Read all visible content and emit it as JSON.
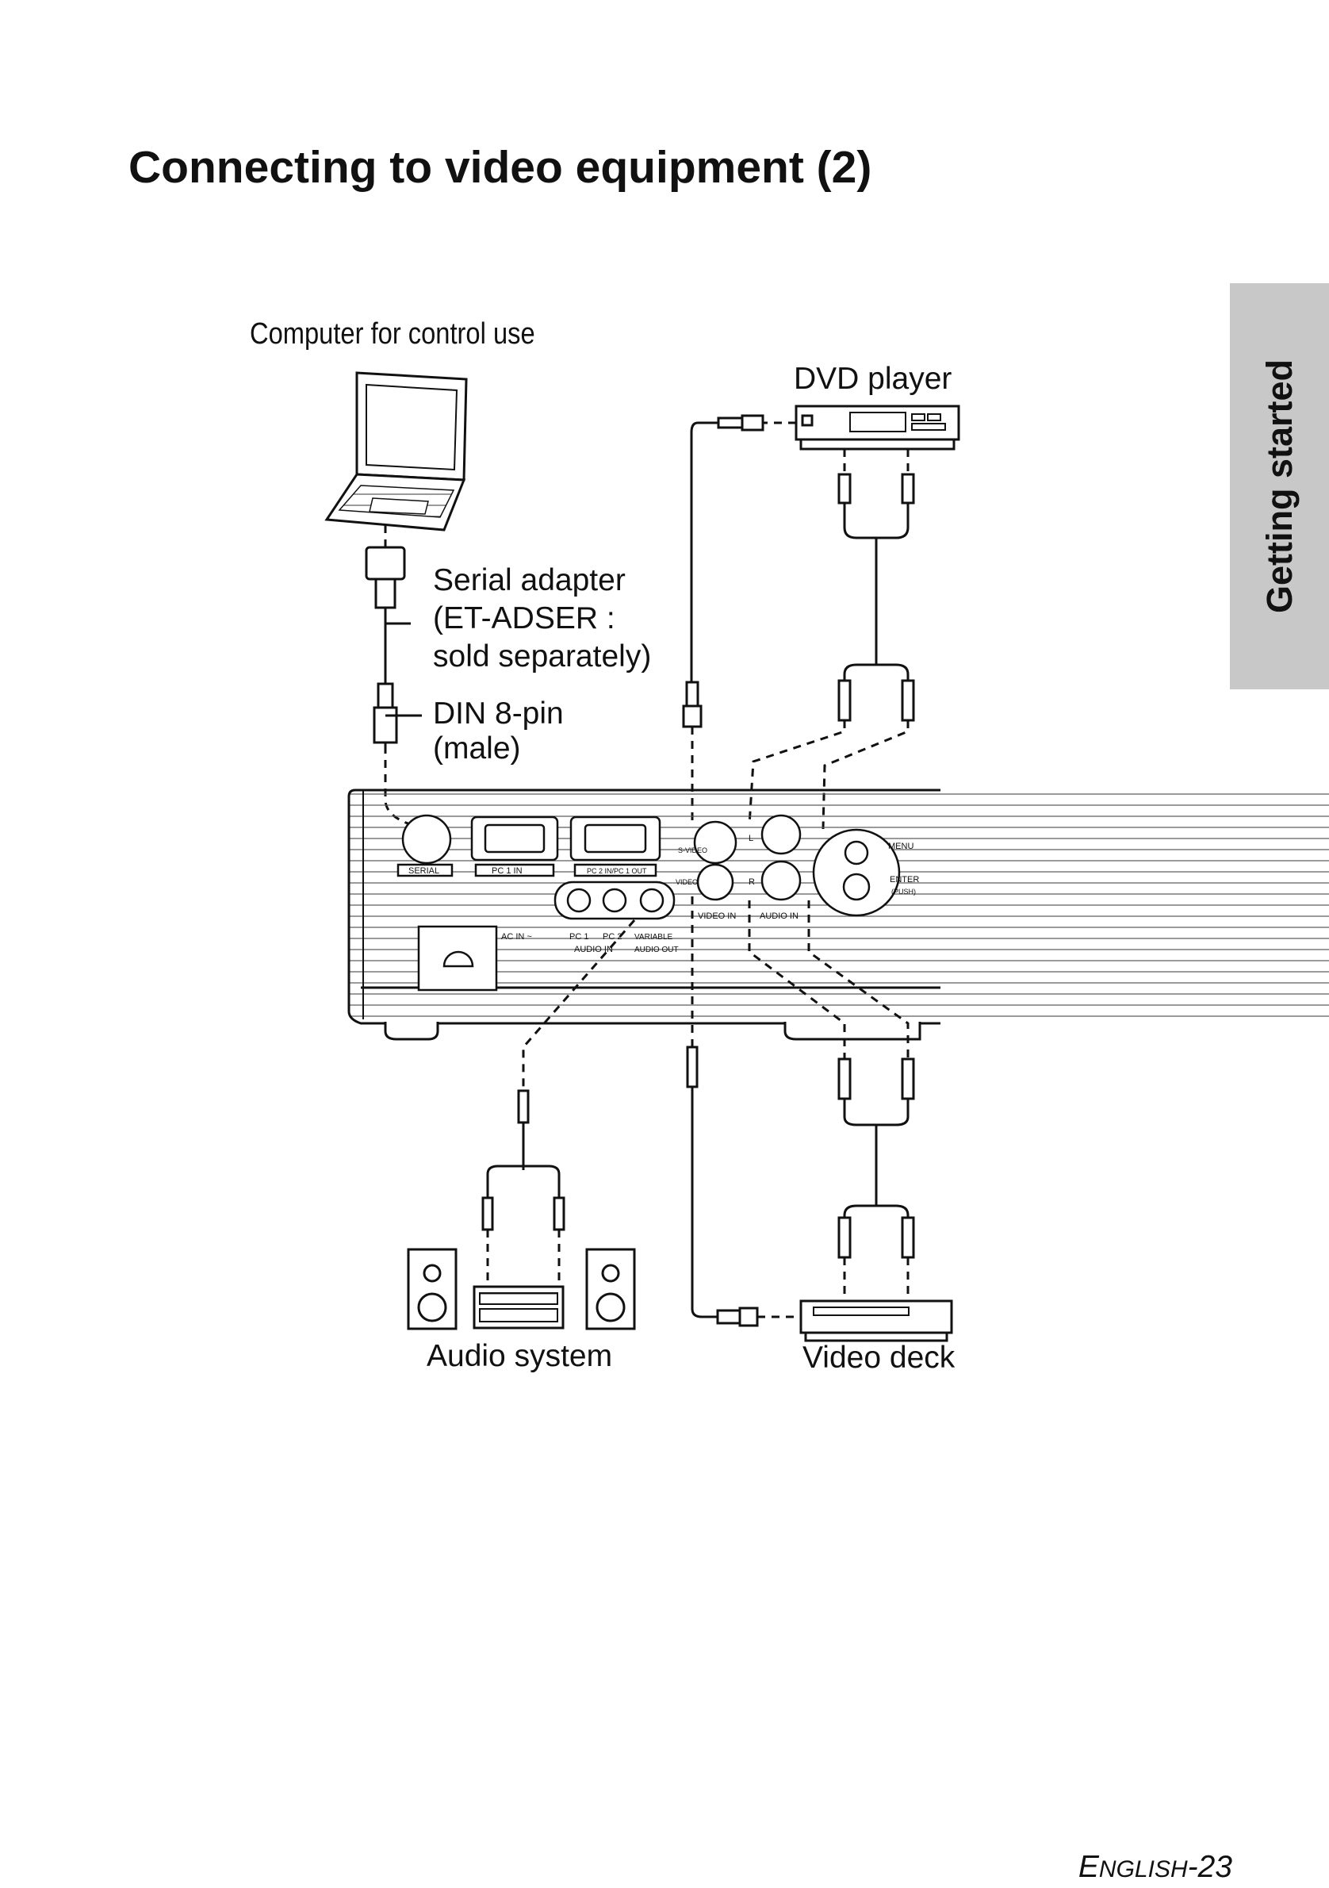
{
  "page": {
    "title": "Connecting to video equipment (2)",
    "side_tab": "Getting started",
    "footer_prefix": "E",
    "footer_smallcaps": "NGLISH",
    "footer_number": "-23"
  },
  "diagram": {
    "labels": {
      "computer": "Computer for control use",
      "serial_adapter_1": "Serial adapter",
      "serial_adapter_2": "(ET-ADSER :",
      "serial_adapter_3": "sold separately)",
      "din_1": "DIN 8-pin",
      "din_2": "(male)",
      "dvd_player": "DVD player",
      "audio_system": "Audio system",
      "video_deck": "Video deck"
    },
    "panel_labels": {
      "serial": "SERIAL",
      "pc1_in": "PC 1 IN",
      "pc2_in": "PC 2 IN/PC 1 OUT",
      "s_video": "S-VIDEO",
      "video": "VIDEO",
      "l": "L",
      "r": "R",
      "video_in": "VIDEO IN",
      "audio_in": "AUDIO IN",
      "menu": "MENU",
      "enter": "ENTER",
      "push": "(PUSH)",
      "ac_in": "AC IN ~",
      "pc1": "PC 1",
      "pc2": "PC 2",
      "audio_in_2": "AUDIO IN",
      "variable": "VARIABLE",
      "audio_out": "AUDIO OUT"
    }
  }
}
